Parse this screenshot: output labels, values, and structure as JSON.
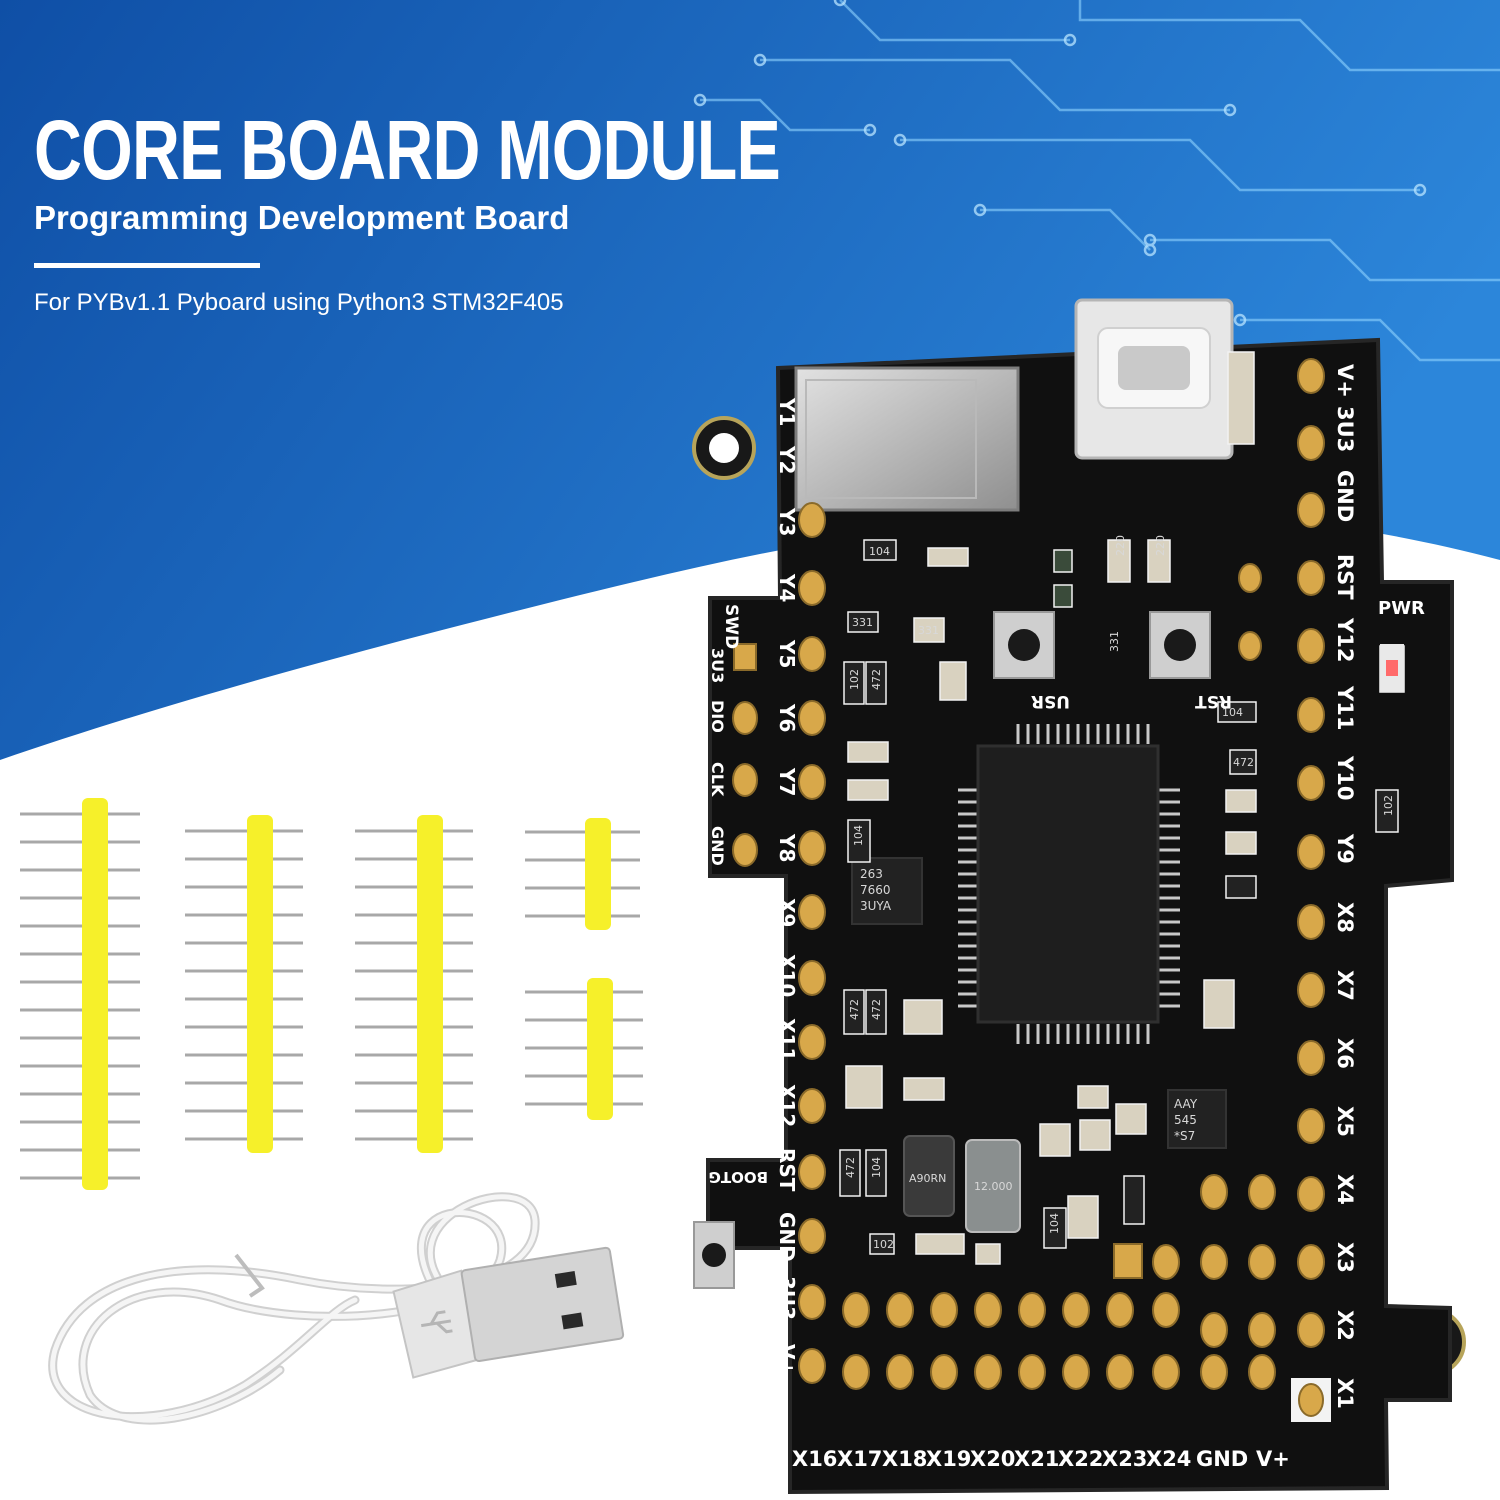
{
  "header": {
    "title": "CORE BOARD MODULE",
    "subtitle": "Programming Development Board",
    "tagline": "For PYBv1.1 Pyboard using Python3 STM32F405"
  },
  "colors": {
    "blue_dark": "#0f4fa6",
    "blue_light": "#2c86da",
    "pcb_black": "#101010",
    "gold_pad": "#d8a84a",
    "header_yellow": "#f6f02a",
    "cable_white": "#f1f1f1"
  },
  "board": {
    "top_labels": [
      "V+",
      "3U3",
      "GND",
      "RST",
      "Y12",
      "Y11",
      "Y10",
      "Y9",
      "X8",
      "X7",
      "X6",
      "X5",
      "X4",
      "X3",
      "X2",
      "X1"
    ],
    "left_labels": [
      "Y1",
      "Y2",
      "Y3",
      "Y4",
      "Y5",
      "Y6",
      "Y7",
      "Y8",
      "X9",
      "X10",
      "X11",
      "X12",
      "RST",
      "GND",
      "3U3",
      "V+"
    ],
    "bottom_labels": [
      "X16",
      "X17",
      "X18",
      "X19",
      "X20",
      "X21",
      "X22",
      "X23",
      "X24",
      "GND",
      "V+"
    ],
    "swd_header": "SWD",
    "swd_labels": [
      "3U3",
      "DIO",
      "CLK",
      "GND"
    ],
    "pwr_label": "PWR",
    "bootg_label": "BOOTG",
    "usr_label": "USR",
    "rst_label": "RST",
    "parts": {
      "r1": "104",
      "r2": "220",
      "r3": "220",
      "r4": "331",
      "r5": "331",
      "r6": "331",
      "r7": "102",
      "r8": "472",
      "r9": "104",
      "r10": "472",
      "r11": "472",
      "r12": "104",
      "r13": "472",
      "r14": "104",
      "r15": "102",
      "r16": "472",
      "r17": "104",
      "r18": "102",
      "chip_a": [
        "263",
        "7660",
        "3UYA"
      ],
      "chip_b": [
        "AAY",
        "545",
        "*S7"
      ],
      "crystal": "12.000",
      "xtal2": "A90RN"
    }
  }
}
